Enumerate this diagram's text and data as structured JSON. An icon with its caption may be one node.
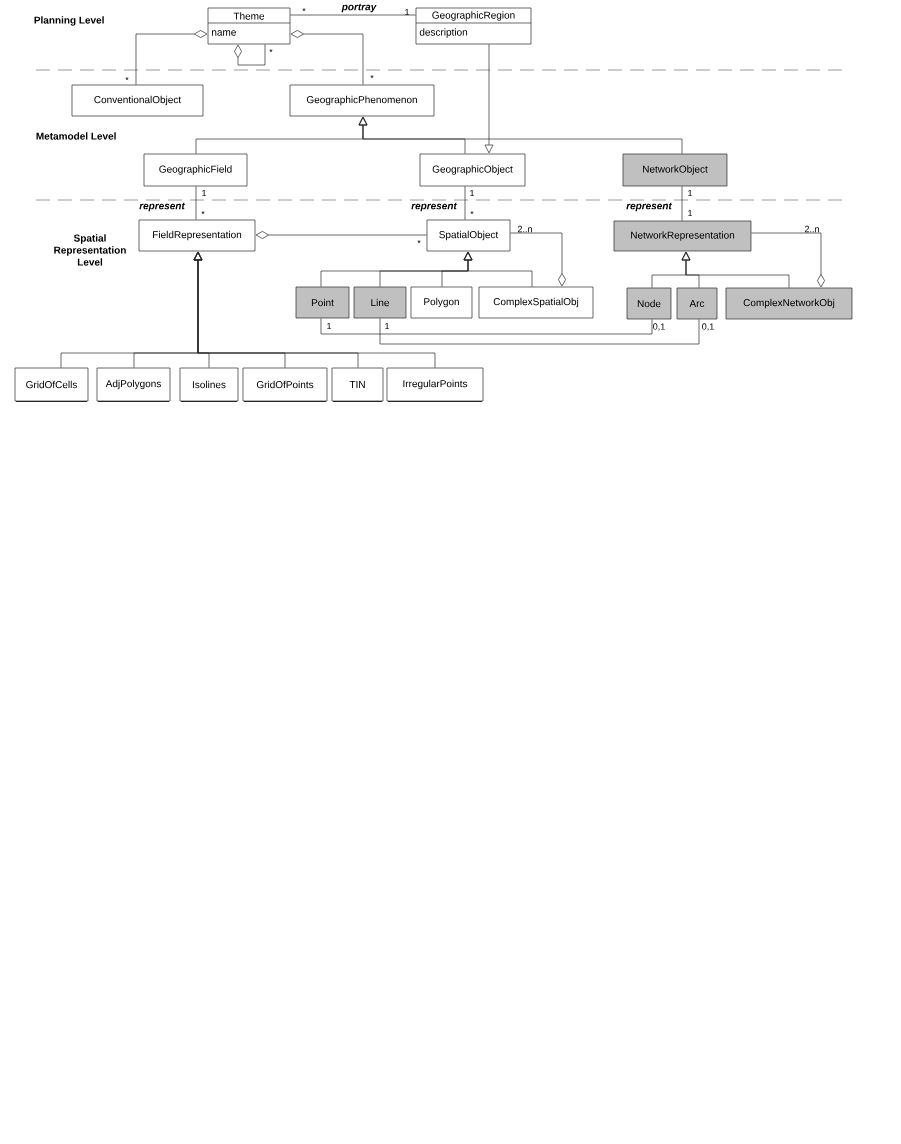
{
  "diagram": {
    "nodes": [
      {
        "text": [
          "Theme",
          "name"
        ]
      },
      {
        "text": [
          "GeographicRegion",
          "description"
        ]
      },
      {
        "text": [
          "ConventionalObject"
        ]
      },
      {
        "text": [
          "GeographicPhenomenon"
        ]
      },
      {
        "text": [
          "GeographicField"
        ]
      },
      {
        "text": [
          "GeographicObject"
        ]
      },
      {
        "text": [
          "NetworkObject"
        ]
      },
      {
        "text": [
          "FieldRepresentation"
        ]
      },
      {
        "text": [
          "SpatialObject"
        ]
      },
      {
        "text": [
          "NetworkRepresentation"
        ]
      },
      {
        "text": [
          "Point"
        ]
      },
      {
        "text": [
          "Line"
        ]
      },
      {
        "text": [
          "Polygon"
        ]
      },
      {
        "text": [
          "ComplexSpatialObj"
        ]
      },
      {
        "text": [
          "Node"
        ]
      },
      {
        "text": [
          "Arc"
        ]
      },
      {
        "text": [
          "ComplexNetworkObj"
        ]
      },
      {
        "text": [
          "GridOfCells"
        ]
      },
      {
        "text": [
          "AdjPolygons"
        ]
      },
      {
        "text": [
          "Isolines"
        ]
      },
      {
        "text": [
          "GridOfPoints"
        ]
      },
      {
        "text": [
          "TIN"
        ]
      },
      {
        "text": [
          "IrregularPoints"
        ]
      }
    ],
    "edges": [
      {
        "from": 0,
        "to": 1,
        "arrow": "none",
        "label": "portray"
      },
      {
        "from": 2,
        "to": 0,
        "arrow": "other"
      },
      {
        "from": 3,
        "to": 0,
        "arrow": "other"
      },
      {
        "from": 0,
        "to": 0,
        "arrow": "other"
      },
      {
        "from": 4,
        "to": 3,
        "arrow": "to"
      },
      {
        "from": 5,
        "to": 3,
        "arrow": "to"
      },
      {
        "from": 6,
        "to": 3,
        "arrow": "to"
      },
      {
        "from": 1,
        "to": 5,
        "arrow": "to"
      },
      {
        "from": 4,
        "to": 7,
        "arrow": "none",
        "label": "represent"
      },
      {
        "from": 5,
        "to": 8,
        "arrow": "none",
        "label": "represent"
      },
      {
        "from": 6,
        "to": 9,
        "arrow": "none",
        "label": "represent"
      },
      {
        "from": 8,
        "to": 7,
        "arrow": "other"
      },
      {
        "from": 8,
        "to": 13,
        "arrow": "other"
      },
      {
        "from": 10,
        "to": 8,
        "arrow": "to"
      },
      {
        "from": 11,
        "to": 8,
        "arrow": "to"
      },
      {
        "from": 12,
        "to": 8,
        "arrow": "to"
      },
      {
        "from": 13,
        "to": 8,
        "arrow": "to"
      },
      {
        "from": 9,
        "to": 16,
        "arrow": "other"
      },
      {
        "from": 14,
        "to": 9,
        "arrow": "to"
      },
      {
        "from": 15,
        "to": 9,
        "arrow": "to"
      },
      {
        "from": 16,
        "to": 9,
        "arrow": "to"
      },
      {
        "from": 10,
        "to": 14,
        "arrow": "none"
      },
      {
        "from": 11,
        "to": 15,
        "arrow": "none"
      },
      {
        "from": 17,
        "to": 7,
        "arrow": "to"
      },
      {
        "from": 18,
        "to": 7,
        "arrow": "to"
      },
      {
        "from": 19,
        "to": 7,
        "arrow": "to"
      },
      {
        "from": 20,
        "to": 7,
        "arrow": "to"
      },
      {
        "from": 21,
        "to": 7,
        "arrow": "to"
      },
      {
        "from": 22,
        "to": 7,
        "arrow": "to"
      }
    ],
    "labels": [
      "Planning Level",
      "*",
      "1",
      "*",
      "*",
      "*",
      "Metamodel Level",
      "1",
      "1",
      "1",
      "*",
      "*",
      "1",
      "*",
      "2..n",
      "2..n",
      "Spatial Representation Level",
      "1",
      "1",
      "0,1",
      "0,1"
    ]
  }
}
